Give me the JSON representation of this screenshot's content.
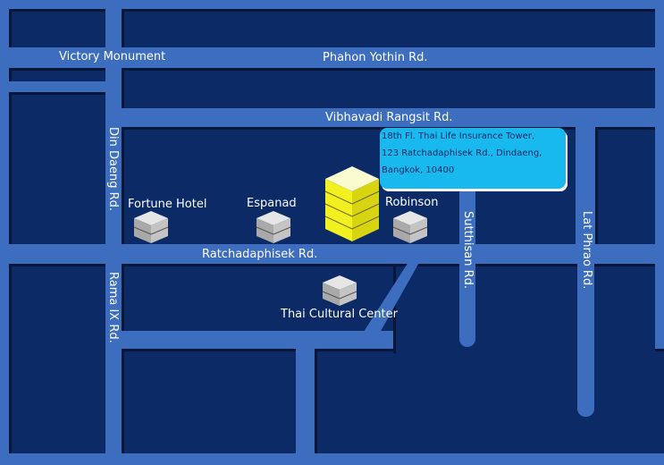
{
  "roads": {
    "victory_monument": "Victory Monument",
    "phahon_yothin": "Phahon Yothin Rd.",
    "vibhavadi": "Vibhavadi Rangsit Rd.",
    "din_daeng": "Din Daeng Rd.",
    "ratchadaphisek": "Ratchadaphisek Rd.",
    "rama_ix": "Rama IX Rd.",
    "sutthisan": "Sutthisan Rd.",
    "lat_phrao": "Lat Phrao Rd."
  },
  "landmarks": {
    "fortune_hotel": "Fortune Hotel",
    "espanad": "Espanad",
    "robinson": "Robinson",
    "thai_cultural_center": "Thai Cultural Center"
  },
  "address": {
    "line1": "18th Fl. Thai Life Insurance Tower,",
    "line2": "123 Ratchadaphisek Rd., Dindaeng,",
    "line3": "Bangkok, 10400"
  },
  "colors": {
    "road": "#3c6dbf",
    "block": "#0b2a66",
    "callout": "#18b9ee",
    "target_building": "#f3f01f",
    "landmark_building": "#c9c9c9"
  },
  "icons": {
    "target": "building-icon",
    "landmark": "building-icon"
  }
}
